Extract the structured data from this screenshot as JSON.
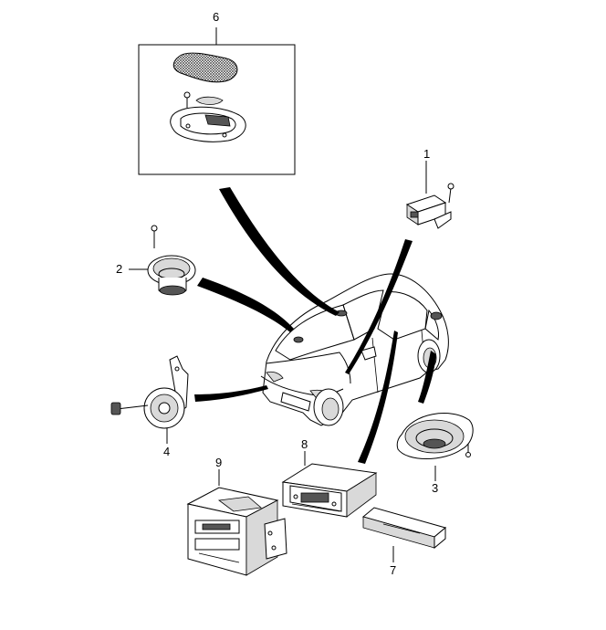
{
  "callouts": [
    {
      "id": "1",
      "label": "1"
    },
    {
      "id": "2",
      "label": "2"
    },
    {
      "id": "3",
      "label": "3"
    },
    {
      "id": "4",
      "label": "4"
    },
    {
      "id": "6",
      "label": "6"
    },
    {
      "id": "7",
      "label": "7"
    },
    {
      "id": "8",
      "label": "8"
    },
    {
      "id": "9",
      "label": "9"
    }
  ],
  "icons": {
    "part-1": "amplifier-module-icon",
    "part-2": "door-speaker-icon",
    "part-3": "oval-rear-speaker-icon",
    "part-4": "horn-icon",
    "part-6": "dome-lamp-assembly-icon",
    "part-7": "face-plate-case-icon",
    "part-8": "radio-cassette-unit-icon",
    "part-9": "head-unit-bracket-icon",
    "vehicle": "hatchback-car-icon"
  },
  "colors": {
    "line": "#000000",
    "background": "#ffffff",
    "fill": "#d9d9d9"
  }
}
